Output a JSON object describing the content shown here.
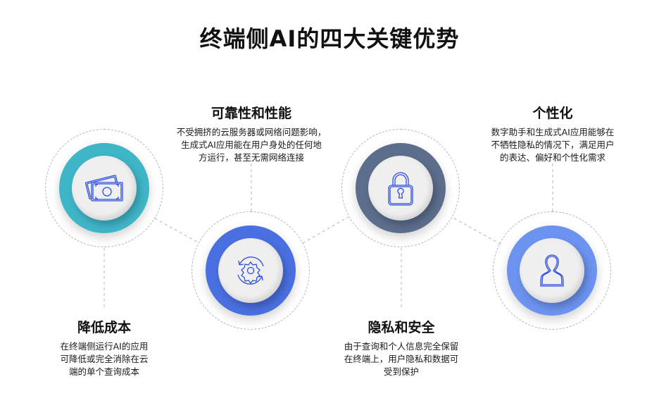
{
  "title": "终端侧AI的四大关键优势",
  "colors": {
    "ring_cost": "#3fb5c8",
    "ring_reliability": "#4a6fe0",
    "ring_privacy": "#5c6e8c",
    "ring_personalization": "#6c93f0",
    "icon_stroke": "#2f4fe0",
    "dash": "#aeb4bf"
  },
  "advantages": [
    {
      "id": "cost",
      "heading": "降低成本",
      "lines": [
        "在终端侧运行AI的应用",
        "可降低或完全消除在云",
        "端的单个查询成本"
      ],
      "icon": "money-bills-icon"
    },
    {
      "id": "reliability",
      "heading": "可靠性和性能",
      "lines": [
        "不受拥挤的云服务器或网络问题影响，",
        "生成式AI应用能在用户身处的任何地",
        "方运行，甚至无需网络连接"
      ],
      "icon": "gear-refresh-icon"
    },
    {
      "id": "privacy",
      "heading": "隐私和安全",
      "lines": [
        "由于查询和个人信息完全保留",
        "在终端上，用户隐私和数据可",
        "受到保护"
      ],
      "icon": "padlock-icon"
    },
    {
      "id": "personalization",
      "heading": "个性化",
      "lines": [
        "数字助手和生成式AI应用能够在",
        "不牺牲隐私的情况下，满足用户",
        "的表达、偏好和个性化需求"
      ],
      "icon": "user-icon"
    }
  ]
}
